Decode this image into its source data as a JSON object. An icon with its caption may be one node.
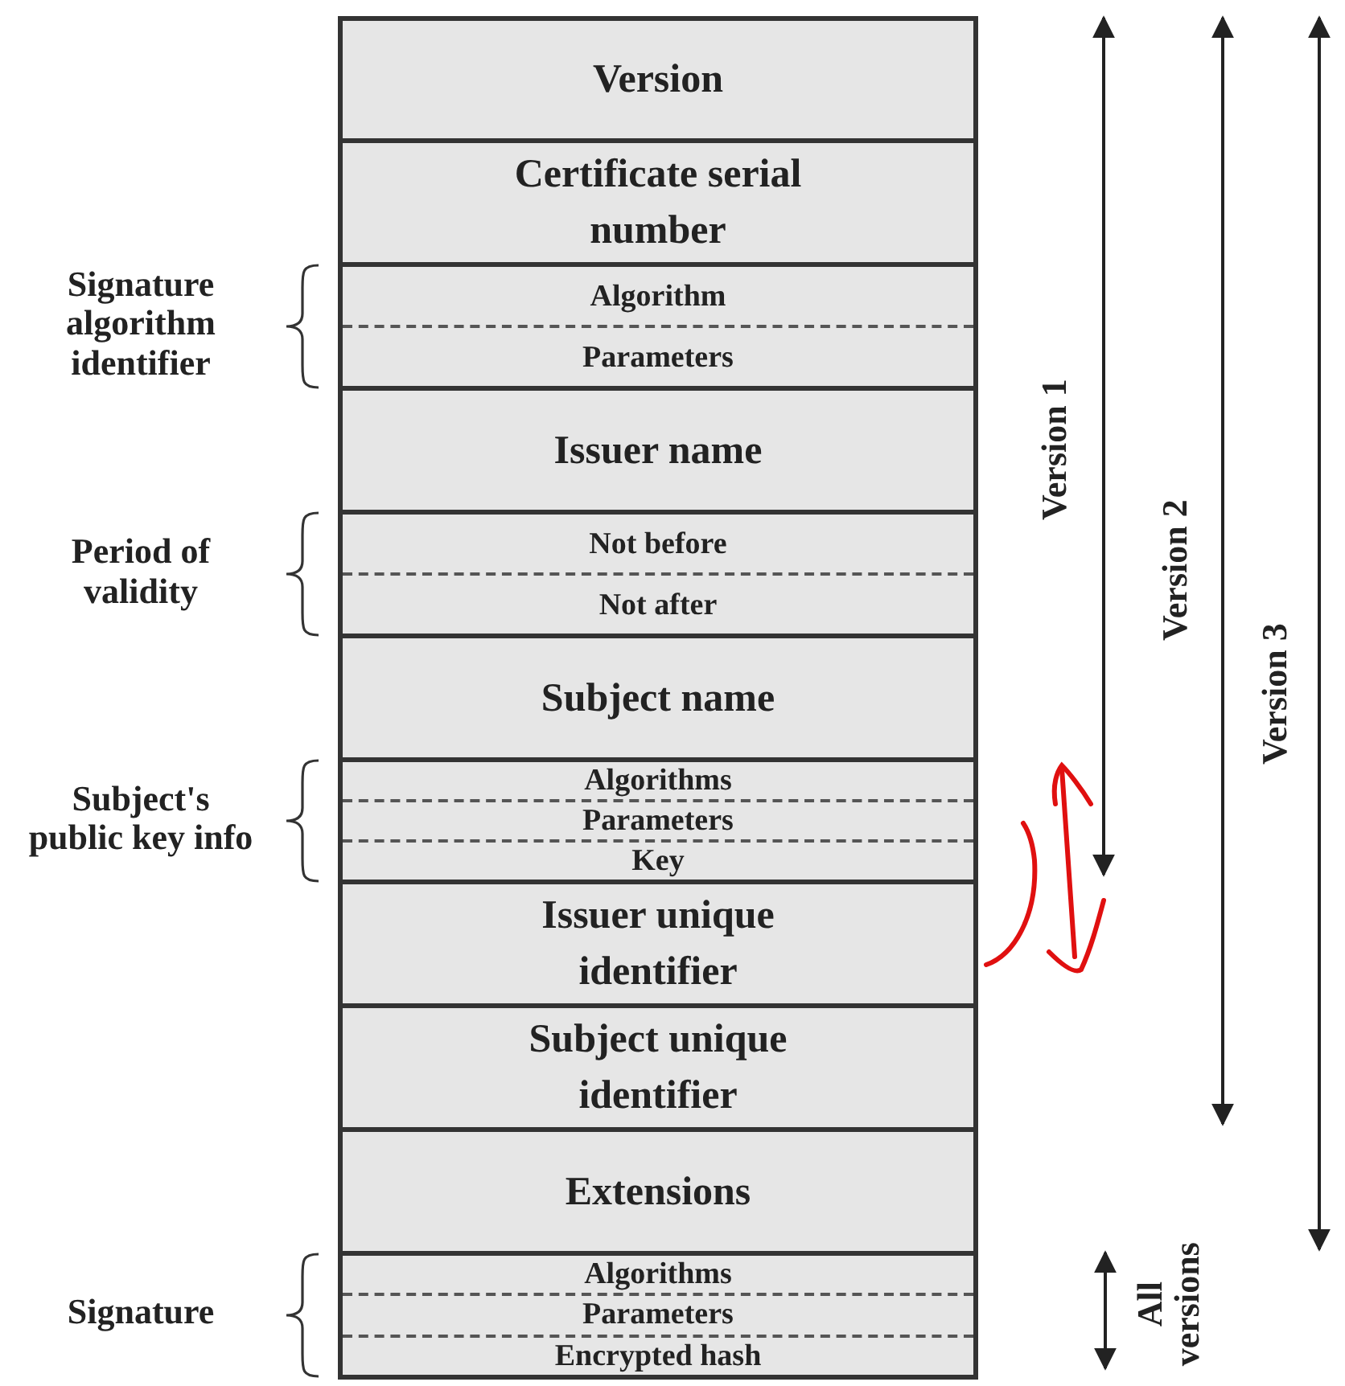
{
  "diagram": {
    "nodes": [
      {
        "text": [
          "Version"
        ]
      },
      {
        "text": [
          "Certificate serial number"
        ]
      },
      {
        "text": [
          "Algorithm",
          "Parameters"
        ],
        "beside": [
          "Signature algorithm identifier"
        ]
      },
      {
        "text": [
          "Issuer name"
        ]
      },
      {
        "text": [
          "Not before",
          "Not after"
        ],
        "beside": [
          "Period of validity"
        ]
      },
      {
        "text": [
          "Subject name"
        ]
      },
      {
        "text": [
          "Algorithms",
          "Parameters",
          "Key"
        ],
        "beside": [
          "Subject's public key info"
        ]
      },
      {
        "text": [
          "Issuer unique identifier"
        ]
      },
      {
        "text": [
          "Subject unique identifier"
        ]
      },
      {
        "text": [
          "Extensions"
        ]
      },
      {
        "text": [
          "Algorithms",
          "Parameters",
          "Encrypted hash"
        ],
        "beside": [
          "Signature"
        ]
      }
    ],
    "labels": [
      "Version 1",
      "Version 2",
      "Version 3",
      "All versions"
    ]
  }
}
